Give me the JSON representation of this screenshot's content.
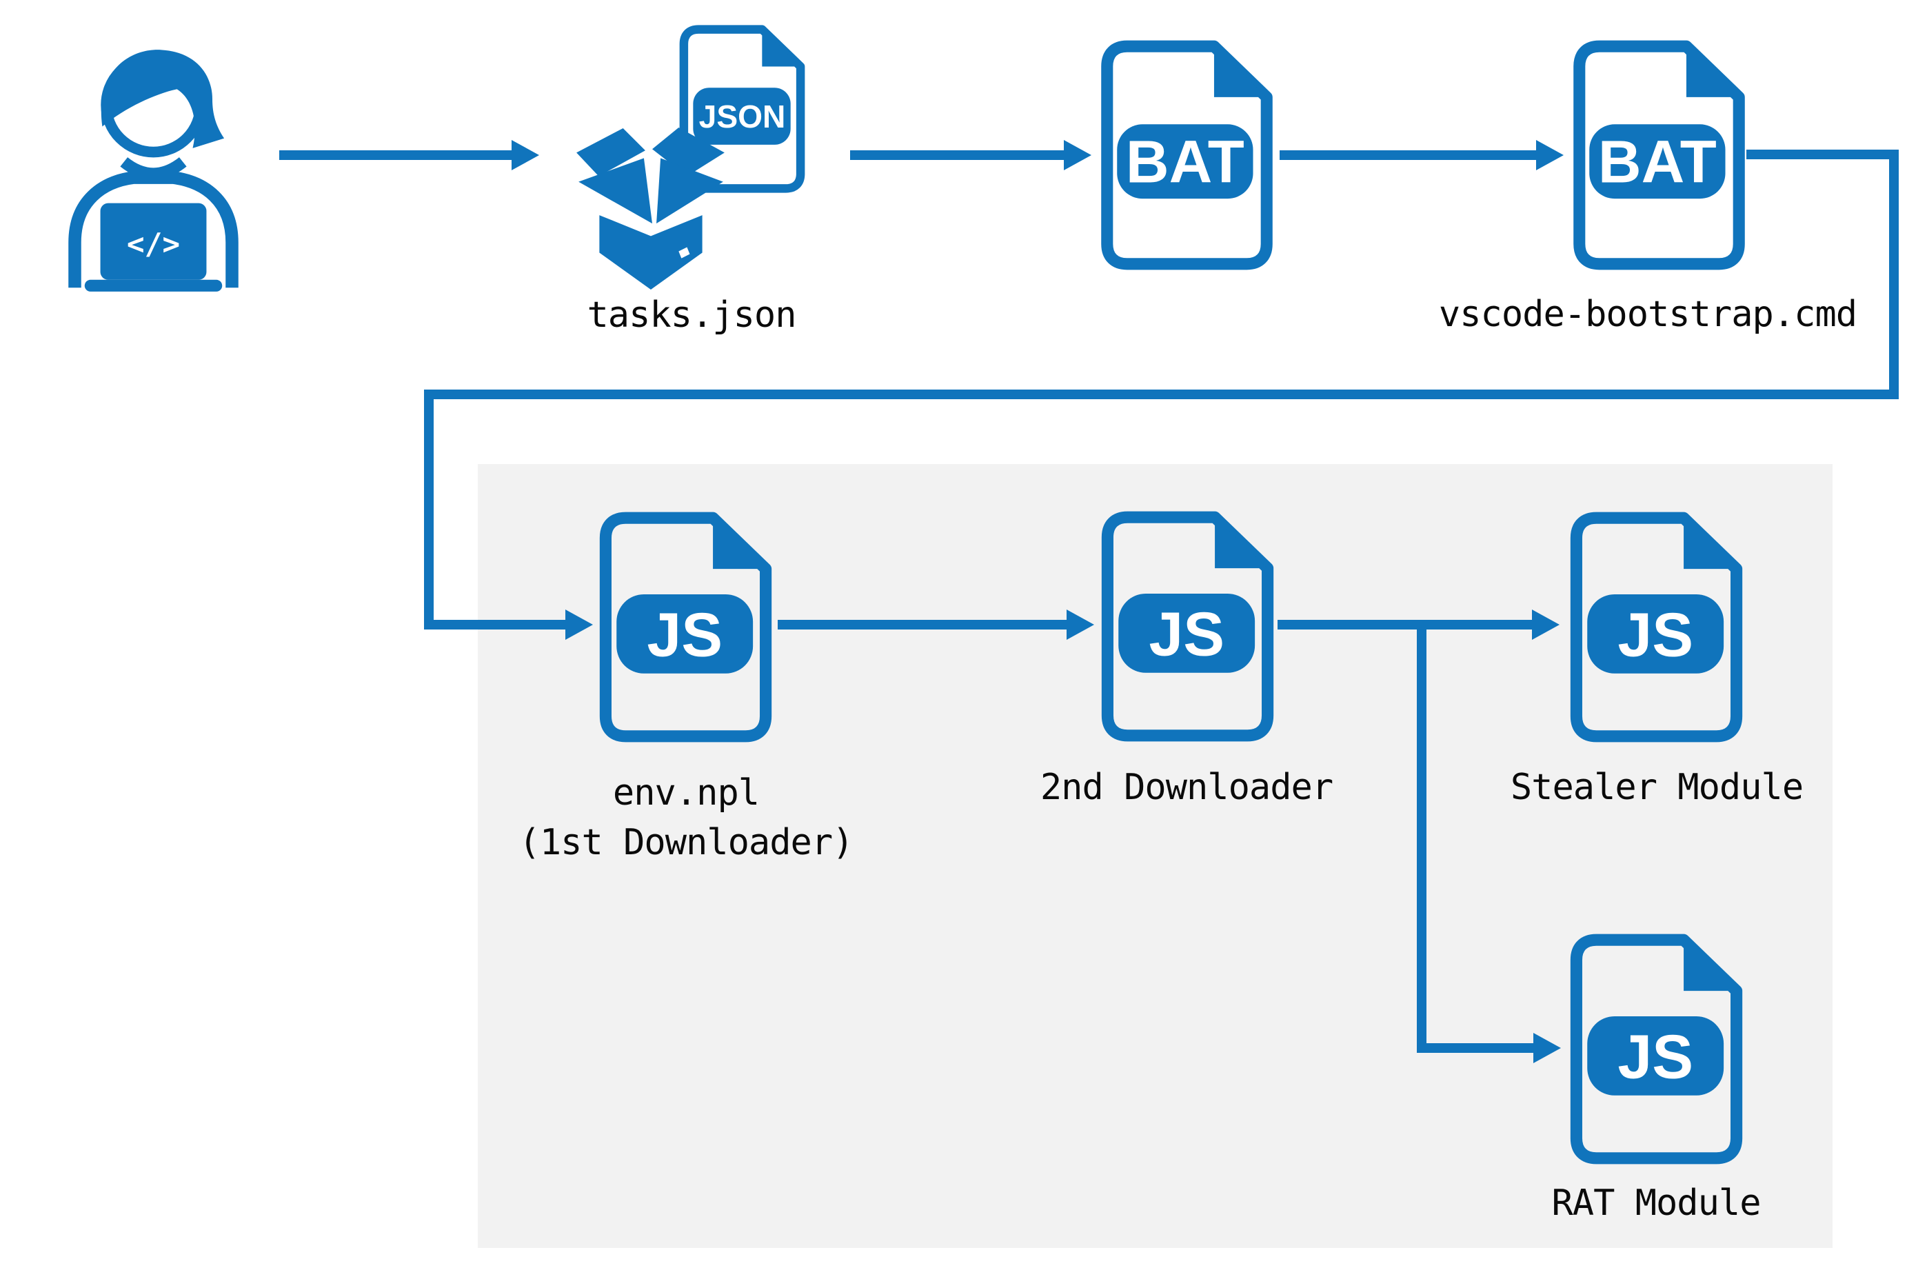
{
  "colors": {
    "accent": "#1074BC",
    "panel_background": "#F2F2F2",
    "label_text": "#0A0A0A"
  },
  "nodes": {
    "developer": {
      "icon": "developer-at-laptop",
      "laptop_glyph": "</>"
    },
    "tasks_json": {
      "icon": "json-file-with-open-box",
      "badge": "JSON",
      "label": "tasks.json"
    },
    "bootstrap_stage1": {
      "icon": "bat-file",
      "badge": "BAT",
      "label": ""
    },
    "bootstrap_stage2": {
      "icon": "bat-file",
      "badge": "BAT",
      "label": "vscode-bootstrap.cmd"
    },
    "downloader1": {
      "icon": "js-file",
      "badge": "JS",
      "label_line1": "env.npl",
      "label_line2": "(1st Downloader)"
    },
    "downloader2": {
      "icon": "js-file",
      "badge": "JS",
      "label": "2nd Downloader"
    },
    "stealer": {
      "icon": "js-file",
      "badge": "JS",
      "label": "Stealer Module"
    },
    "rat": {
      "icon": "js-file",
      "badge": "JS",
      "label": "RAT Module"
    }
  },
  "edges": [
    {
      "from": "developer",
      "to": "tasks_json"
    },
    {
      "from": "tasks_json",
      "to": "bootstrap_stage1"
    },
    {
      "from": "bootstrap_stage1",
      "to": "bootstrap_stage2"
    },
    {
      "from": "bootstrap_stage2",
      "to": "downloader1"
    },
    {
      "from": "downloader1",
      "to": "downloader2"
    },
    {
      "from": "downloader2",
      "to": "stealer"
    },
    {
      "from": "downloader2",
      "to": "rat"
    }
  ]
}
